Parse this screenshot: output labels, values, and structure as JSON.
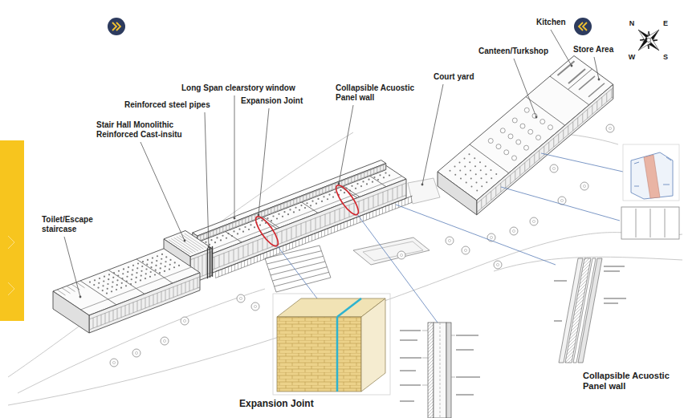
{
  "diagram": {
    "labels": [
      "Kitchen",
      "Canteen/Turkshop",
      "Store Area",
      "Court yard",
      "Collapsible Acuostic Panel wall",
      "Expansion Joint",
      "Long Span clearstory window",
      "Reinforced steel pipes",
      "Stair Hall Monolithic Reinforced Cast-insitu",
      "Toilet/Escape staircase",
      "Expansion Joint",
      "Collapsible Acuostic Panel wall",
      "N",
      "E",
      "S",
      "W"
    ]
  }
}
